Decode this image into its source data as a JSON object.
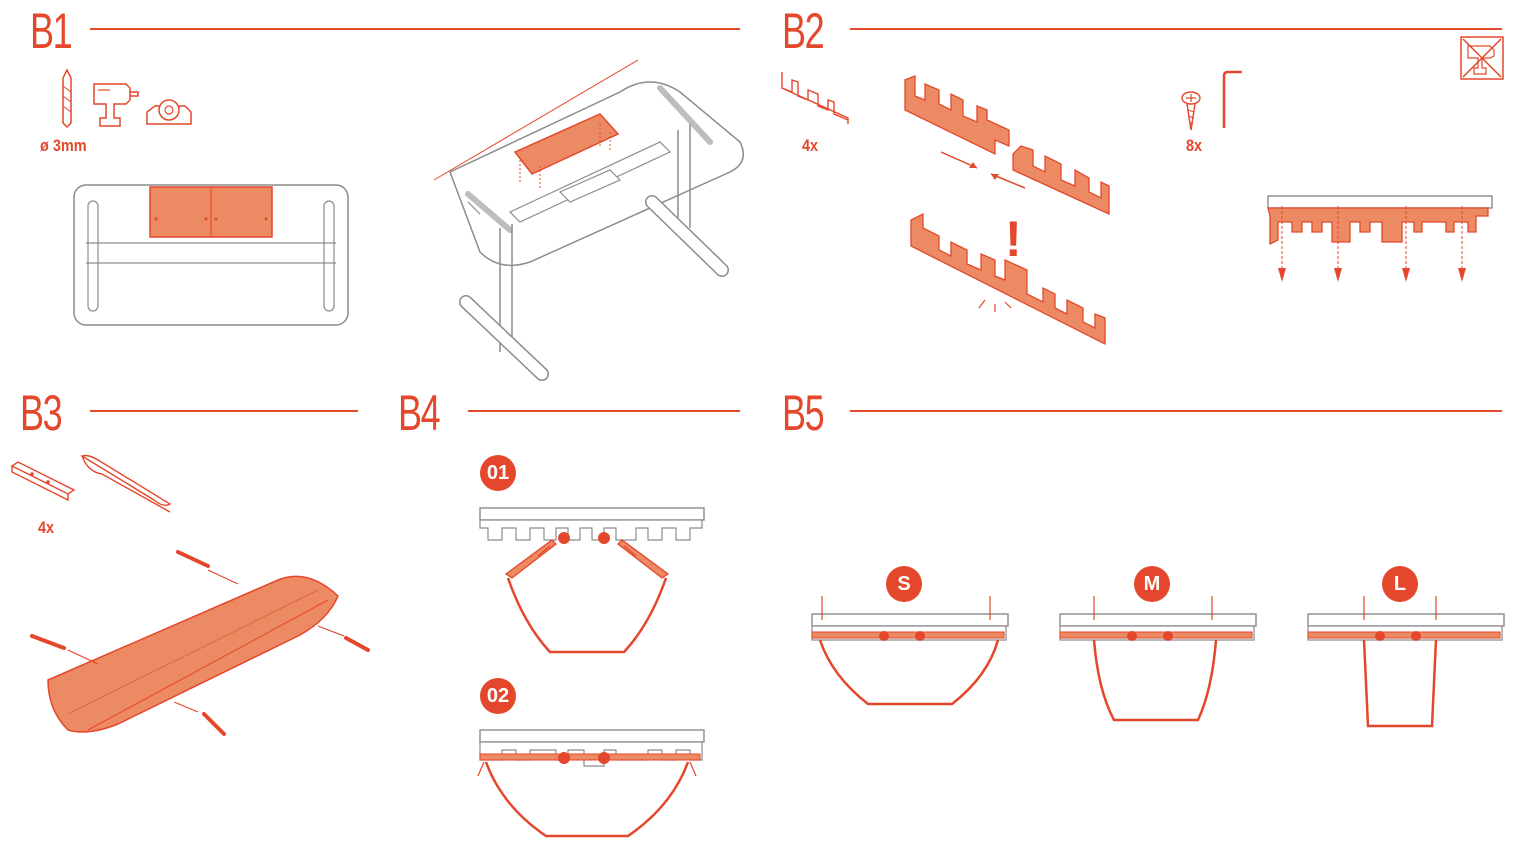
{
  "colors": {
    "accent": "#e4472b",
    "fill": "#ec8a64",
    "line": "#8c8c8c",
    "light": "#bdbdbd"
  },
  "sections": {
    "b1": {
      "title": "B1",
      "drill_label": "ø 3mm",
      "tools": [
        "drill-bit-icon",
        "power-drill-icon",
        "tape-dispenser-icon"
      ]
    },
    "b2": {
      "title": "B2",
      "clip_qty": "4x",
      "screw_qty": "8x",
      "warning": "!",
      "tools": [
        "screw-icon",
        "allen-key-icon",
        "no-power-drill-icon"
      ]
    },
    "b3": {
      "title": "B3",
      "bracket_qty": "4x",
      "parts": [
        "bracket-icon",
        "tray-icon"
      ]
    },
    "b4": {
      "title": "B4",
      "steps": [
        "01",
        "02"
      ]
    },
    "b5": {
      "title": "B5",
      "sizes": [
        "S",
        "M",
        "L"
      ]
    }
  }
}
